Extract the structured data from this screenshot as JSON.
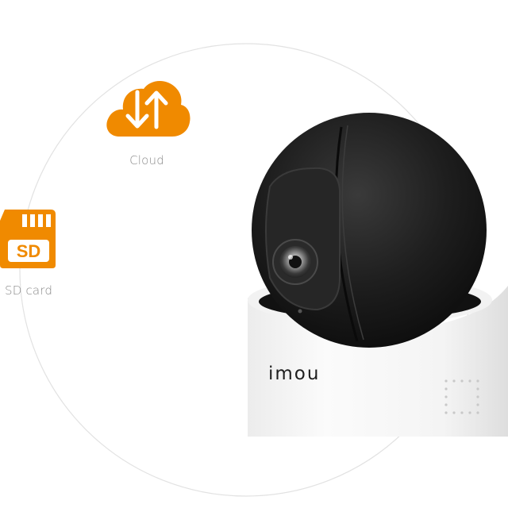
{
  "features": {
    "cloud": {
      "label": "Cloud",
      "icon": "cloud-upload-download-icon"
    },
    "sd_card": {
      "label": "SD card",
      "icon": "sd-card-icon",
      "badge": "SD"
    }
  },
  "product": {
    "brand": "imou",
    "device": "pan-tilt-camera"
  },
  "colors": {
    "accent": "#F08A00",
    "label": "#8A8A8A",
    "camera_head": "#1E1E1E",
    "camera_base": "#F7F7F7"
  }
}
